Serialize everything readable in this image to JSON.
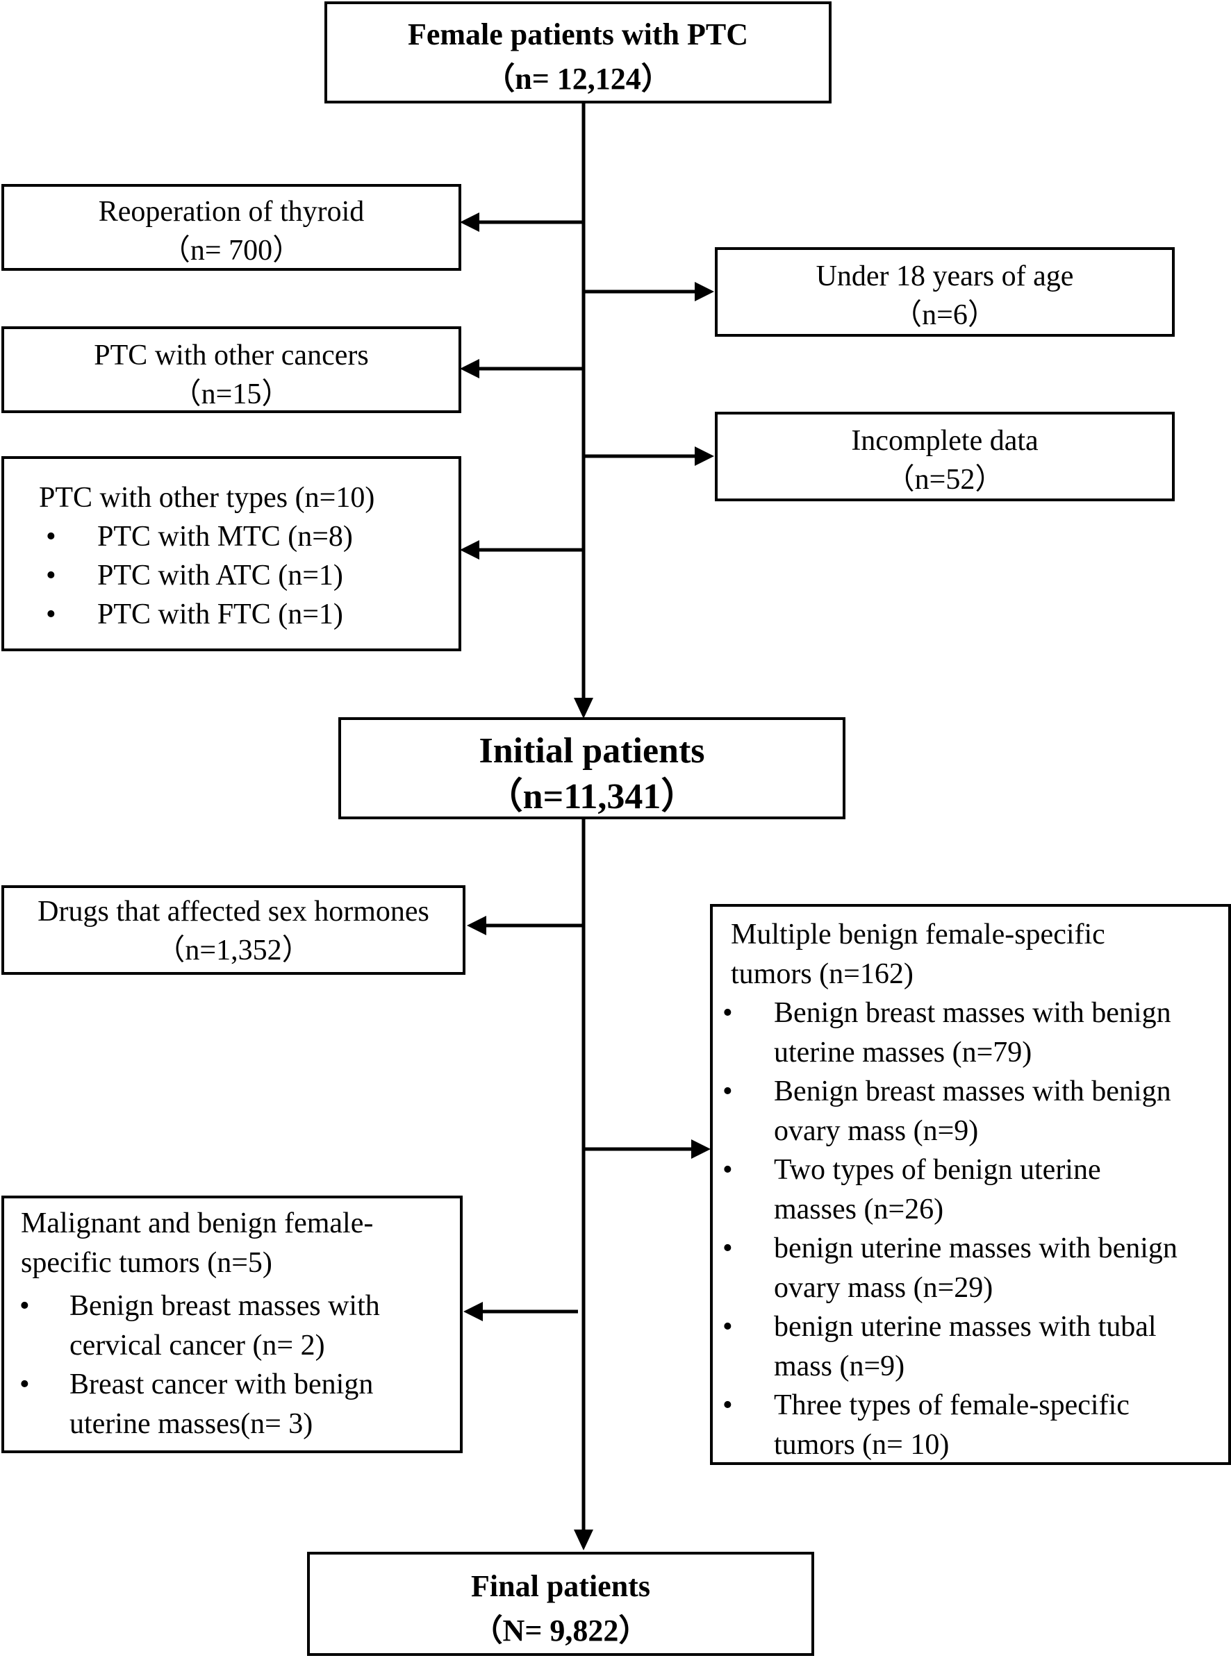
{
  "top": {
    "title": "Female patients with PTC",
    "count": "（n= 12,124）"
  },
  "reoperation": {
    "title": "Reoperation of thyroid",
    "count": "（n= 700）"
  },
  "under18": {
    "title": "Under 18 years of age",
    "count": "（n=6）"
  },
  "other_cancers": {
    "title": "PTC with other cancers",
    "count": "（n=15）"
  },
  "incomplete": {
    "title": "Incomplete data",
    "count": "（n=52）"
  },
  "other_types": {
    "title": "PTC with other types  (n=10)",
    "bullet": "•",
    "items": [
      "PTC with MTC (n=8)",
      "PTC with ATC  (n=1)",
      "PTC with FTC  (n=1)"
    ]
  },
  "initial": {
    "title": "Initial patients",
    "count": "（n=11,341）"
  },
  "drugs": {
    "title": "Drugs that affected sex hormones",
    "count": "（n=1,352）"
  },
  "multiple_benign": {
    "title_line1": "Multiple benign female-specific",
    "title_line2": "tumors (n=162)",
    "bullet": "•",
    "items": [
      {
        "line1": "Benign breast masses with benign",
        "line2": "uterine masses  (n=79)"
      },
      {
        "line1": "Benign breast masses with benign",
        "line2": "ovary mass (n=9)"
      },
      {
        "line1": "Two types of benign uterine",
        "line2": "masses (n=26)"
      },
      {
        "line1": "benign uterine masses with benign",
        "line2": "ovary mass (n=29)"
      },
      {
        "line1": "benign uterine masses with tubal",
        "line2": "mass (n=9)"
      },
      {
        "line1": "Three types of female-specific",
        "line2": "tumors (n= 10)"
      }
    ]
  },
  "malignant_benign": {
    "title_line1": "Malignant and benign female-",
    "title_line2": "specific tumors (n=5)",
    "bullet": "•",
    "items": [
      {
        "line1": "Benign breast masses with",
        "line2": "cervical cancer (n= 2)"
      },
      {
        "line1": "Breast cancer with benign",
        "line2": "uterine masses(n= 3)"
      }
    ]
  },
  "final": {
    "title": "Final patients",
    "count": "（N= 9,822）"
  }
}
